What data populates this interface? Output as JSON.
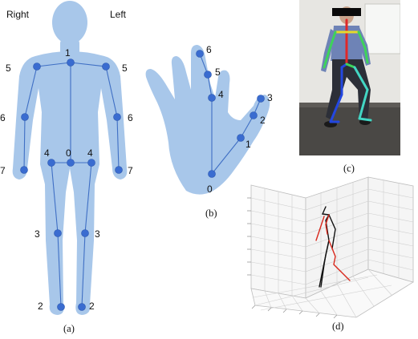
{
  "panel_a": {
    "label_right": "Right",
    "label_left": "Left",
    "caption": "(a)",
    "joints": {
      "head": "1",
      "r_shoulder": "5",
      "l_shoulder": "5",
      "r_elbow": "6",
      "l_elbow": "6",
      "r_wrist": "7",
      "l_wrist": "7",
      "r_hip": "4",
      "pelvis": "0",
      "l_hip": "4",
      "r_knee": "3",
      "l_knee": "3",
      "r_ankle": "2",
      "l_ankle": "2"
    }
  },
  "panel_b": {
    "caption": "(b)",
    "joints": {
      "wrist": "0",
      "thumb_base": "1",
      "thumb_mid": "2",
      "thumb_tip": "3",
      "index_base": "4",
      "index_mid": "5",
      "index_tip": "6"
    }
  },
  "panel_c": {
    "caption": "(c)",
    "colors": {
      "floor": "#4a4845",
      "wall": "#e7e6e2",
      "whiteboard": "#f6f7f5",
      "shirt": "#6e83b6",
      "pants": "#2c2f38",
      "bone_blue": "#2347e0",
      "bone_green": "#3ed35a",
      "bone_red": "#e02828",
      "bone_cyan": "#43d6c4",
      "bone_yellow": "#e6d92a"
    }
  },
  "panel_d": {
    "caption": "(d)",
    "colors": {
      "skeleton_black": "#111111",
      "skeleton_red": "#d8281c"
    }
  }
}
